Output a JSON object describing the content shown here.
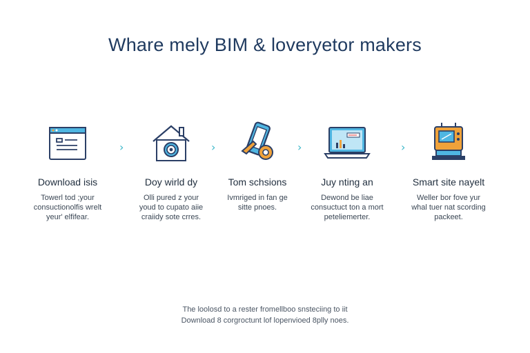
{
  "header": {
    "title": "Whare mely BIM & loveryetor makers"
  },
  "steps": [
    {
      "icon": "browser-window-icon",
      "label": "Download isis",
      "desc": [
        "Towerl tod ;your",
        "consuctionolfis wrelt",
        "yeur' elfifear."
      ]
    },
    {
      "icon": "house-target-icon",
      "label": "Doy wirld dy",
      "desc": [
        "Olli pured z your",
        "youd to cupato aiie",
        "craiidy sote crres."
      ]
    },
    {
      "icon": "phone-key-icon",
      "label": "Tom schsions",
      "desc": [
        "Ivmriged in fan ge",
        "sitte pnoes."
      ]
    },
    {
      "icon": "laptop-chart-icon",
      "label": "Juy nting an",
      "desc": [
        "Dewond be liae",
        "consuctuct ton a mort",
        "peteliemerter."
      ]
    },
    {
      "icon": "construction-device-icon",
      "label": "Smart site nayelt",
      "desc": [
        "Weller bor fove yur",
        "whal tuer nat scording",
        "packeet."
      ]
    }
  ],
  "footer": {
    "line1": "The loolosd to a rester fromellboo snsteciing to iit",
    "line2": "Download 8 corgroctunt lof lopenvioed 8plly noes."
  },
  "colors": {
    "title": "#1f3a5f",
    "arrow": "#3bb7c9",
    "icon_stroke": "#2b3f66",
    "icon_accent_orange": "#f0a23a",
    "icon_accent_blue": "#4fb6e2"
  }
}
